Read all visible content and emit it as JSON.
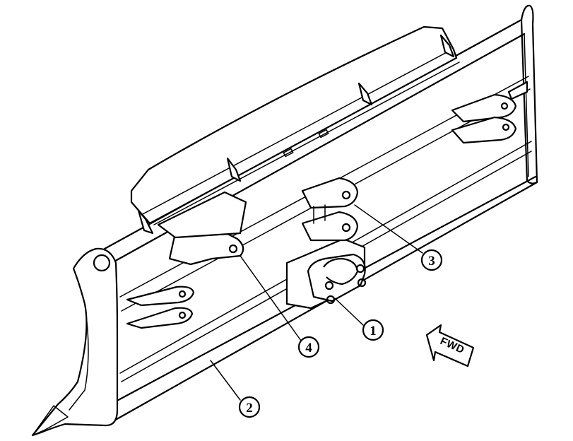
{
  "callouts": [
    {
      "id": "callout-1",
      "label": "1"
    },
    {
      "id": "callout-2",
      "label": "2"
    },
    {
      "id": "callout-3",
      "label": "3"
    },
    {
      "id": "callout-4",
      "label": "4"
    }
  ],
  "direction_arrow": {
    "label": "FWD"
  }
}
